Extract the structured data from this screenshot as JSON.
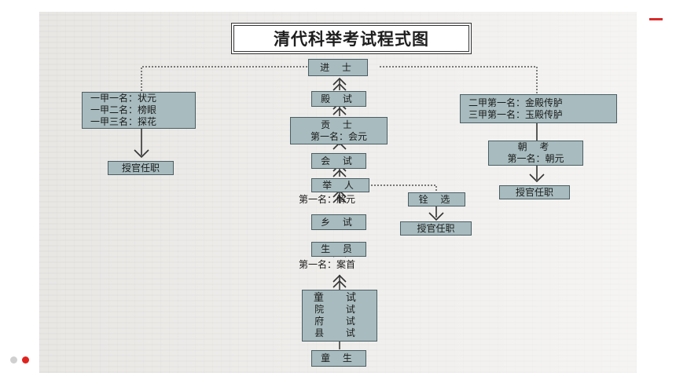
{
  "title": "清代科举考试程式图",
  "nodes": {
    "jinshi": "进 士",
    "dianshi": "殿 试",
    "gongshi": {
      "line1": "贡 士",
      "line2": "第一名：会元"
    },
    "huishi": "会 试",
    "juren": "举 人",
    "juren_caption": "第一名：解元",
    "xiangshi": "乡 试",
    "shengyuan": "生 员",
    "shengyuan_caption": "第一名：案首",
    "tongshi": {
      "title": "童 试",
      "lines": [
        "院 试",
        "府 试",
        "县 试"
      ]
    },
    "tongsheng": "童 生",
    "yijia": [
      "一甲一名：状元",
      "一甲二名：榜眼",
      "一甲三名：探花"
    ],
    "erjia": [
      "二甲第一名：金殿传胪",
      "三甲第一名：玉殿传胪"
    ],
    "chaokao": {
      "line1": "朝 考",
      "line2": "第一名：朝元"
    },
    "quanxuan": "铨 选",
    "shouguan_left": "授官任职",
    "shouguan_right": "授官任职",
    "shouguan_mid": "授官任职"
  }
}
